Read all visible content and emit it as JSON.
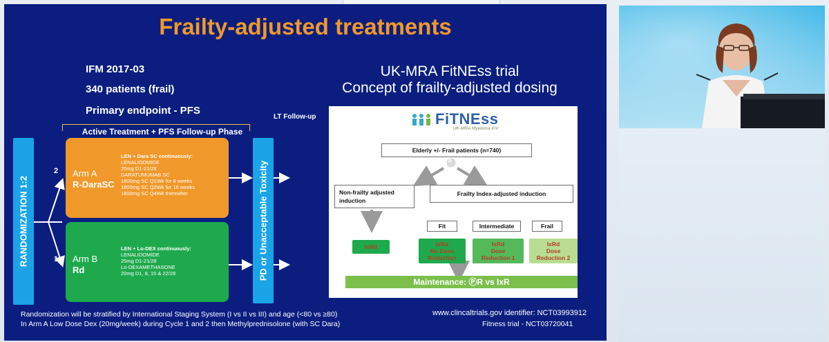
{
  "slide": {
    "title": "Frailty-adjusted treatments",
    "ifm": {
      "study": "IFM 2017-03",
      "patients": "340 patients (frail)",
      "endpoint": "Primary endpoint - PFS"
    },
    "uk": {
      "line1": "UK-MRA FitNEss trial",
      "line2": "Concept of frailty-adjusted dosing"
    },
    "lt_followup": "LT Follow-up",
    "phase": "Active Treatment + PFS Follow-up Phase",
    "randomization": "RANDOMIZATION 1:2",
    "pd_label": "PD or Unacceptable Toxicity",
    "arm_a": {
      "num": "2",
      "name": "Arm A",
      "code": "R-DaraSC",
      "header": "LEN + Dara SC continuously:",
      "lines": [
        "LENALIDOMIDE",
        "25mg D1-21/28",
        "DARATUMUMAB SC",
        "1800mg SC Q1Wk for 8 weeks",
        "1800mg SC Q2Wk for 16 weeks",
        "1800mg SC Q4Wk thereafter"
      ]
    },
    "arm_b": {
      "num": "1",
      "name": "Arm B",
      "code": "Rd",
      "header": "LEN + Lo-DEX continuously:",
      "lines": [
        "LENALIDOMIDE",
        "25mg D1-21/28",
        "Lo-DEXAMETHASONE",
        "20mg D1, 8, 15 & 22/28"
      ]
    },
    "fitness": {
      "logo": "FiTNEss",
      "logo_sub": "UK-MRA Myeloma XIV",
      "elderly": "Elderly +/- Frail patients (n=740)",
      "r_symbol": "R",
      "non_frailty_1": "Non-frailty adjusted",
      "non_frailty_2": "induction",
      "frailty_index": "Frailty Index-adjusted induction",
      "fit": "Fit",
      "intermediate": "Intermediate",
      "frail": "Frail",
      "ixrd": "IxRd",
      "fit_ixrd_1": "IxRd",
      "fit_ixrd_2": "No Dose",
      "fit_ixrd_3": "Reduction",
      "int_ixrd_1": "IxRd",
      "int_ixrd_2": "Dose",
      "int_ixrd_3": "Reduction 1",
      "frail_ixrd_1": "IxRd",
      "frail_ixrd_2": "Dose",
      "frail_ixrd_3": "Reduction 2",
      "maintenance": "Maintenance: ⓅR vs IxR"
    },
    "footer": {
      "strat": "Randomization will be stratified by International Staging System (I vs II vs III) and age (<80 vs ≥80)",
      "arm_a_note": "In Arm A Low Dose Dex (20mg/week) during Cycle 1 and 2 then Methylprednisolone (with SC Dara)",
      "ct_id": "www.clincaltrials.gov identifier: NCT03993912",
      "fitness_id": "Fitness trial - NCT03720041"
    }
  },
  "colors": {
    "slide_bg": "#0b1e80",
    "title": "#f0982a",
    "arm_a": "#f0982a",
    "arm_b": "#1fa94d",
    "blue_bar": "#1aa3e6",
    "maintenance": "#7cbf4d"
  }
}
